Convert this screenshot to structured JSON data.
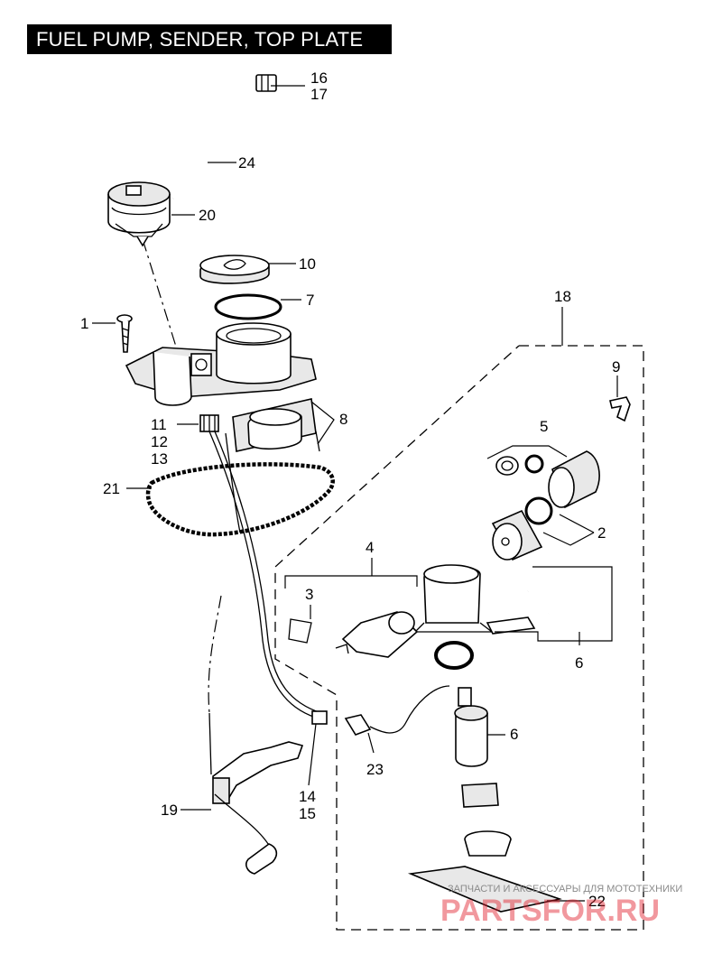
{
  "title": "FUEL PUMP, SENDER, TOP PLATE",
  "callouts": {
    "c1": "1",
    "c2": "2",
    "c3": "3",
    "c4": "4",
    "c5": "5",
    "c6a": "6",
    "c6b": "6",
    "c7": "7",
    "c8": "8",
    "c9": "9",
    "c10": "10",
    "c11": "11",
    "c12": "12",
    "c13": "13",
    "c14": "14",
    "c15": "15",
    "c16": "16",
    "c17": "17",
    "c18": "18",
    "c19": "19",
    "c20": "20",
    "c21": "21",
    "c22": "22",
    "c23": "23",
    "c24": "24"
  },
  "watermark": {
    "caption": "ЗАПЧАСТИ И АКСЕССУАРЫ ДЛЯ МОТОТЕХНИКИ",
    "brand": "PARTSFOR.RU"
  },
  "colors": {
    "line": "#000000",
    "title_bg": "#000000",
    "title_fg": "#ffffff",
    "watermark": "#e11d2a"
  }
}
